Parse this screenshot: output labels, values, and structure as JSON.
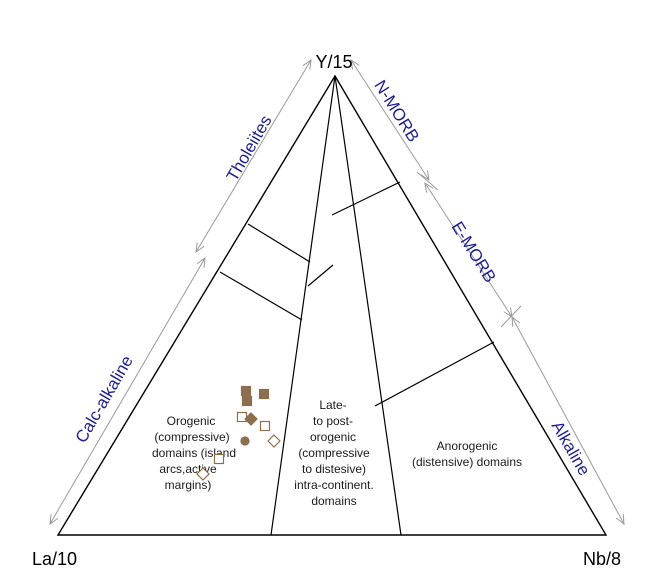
{
  "vertices": {
    "top": "Y/15",
    "left": "La/10",
    "right": "Nb/8"
  },
  "side_labels": {
    "left": [
      "Tholeiites",
      "Calc-alkaline"
    ],
    "right": [
      "N-MORB",
      "E-MORB",
      "Alkaline"
    ]
  },
  "fields": {
    "orogenic": [
      "Orogenic",
      "(compressive)",
      "domains (island",
      "arcs,active",
      "margins)"
    ],
    "late_post_orogenic": [
      "Late-",
      "to post-",
      "orogenic",
      "(compressive",
      "to distesive)",
      "intra-continent.",
      "domains"
    ],
    "anorogenic": [
      "Anorogenic",
      "(distensive) domains"
    ]
  },
  "colors": {
    "lines": "#000000",
    "arrows": "#9a9a9a",
    "side_text": "#1f1f8f",
    "symbols": "#8b6f4e"
  },
  "samples": [
    {
      "symbol": "filled-square"
    },
    {
      "symbol": "filled-square"
    },
    {
      "symbol": "filled-square"
    },
    {
      "symbol": "open-square"
    },
    {
      "symbol": "filled-diamond"
    },
    {
      "symbol": "open-square"
    },
    {
      "symbol": "open-diamond"
    },
    {
      "symbol": "filled-circle"
    },
    {
      "symbol": "open-square"
    },
    {
      "symbol": "open-diamond"
    }
  ]
}
